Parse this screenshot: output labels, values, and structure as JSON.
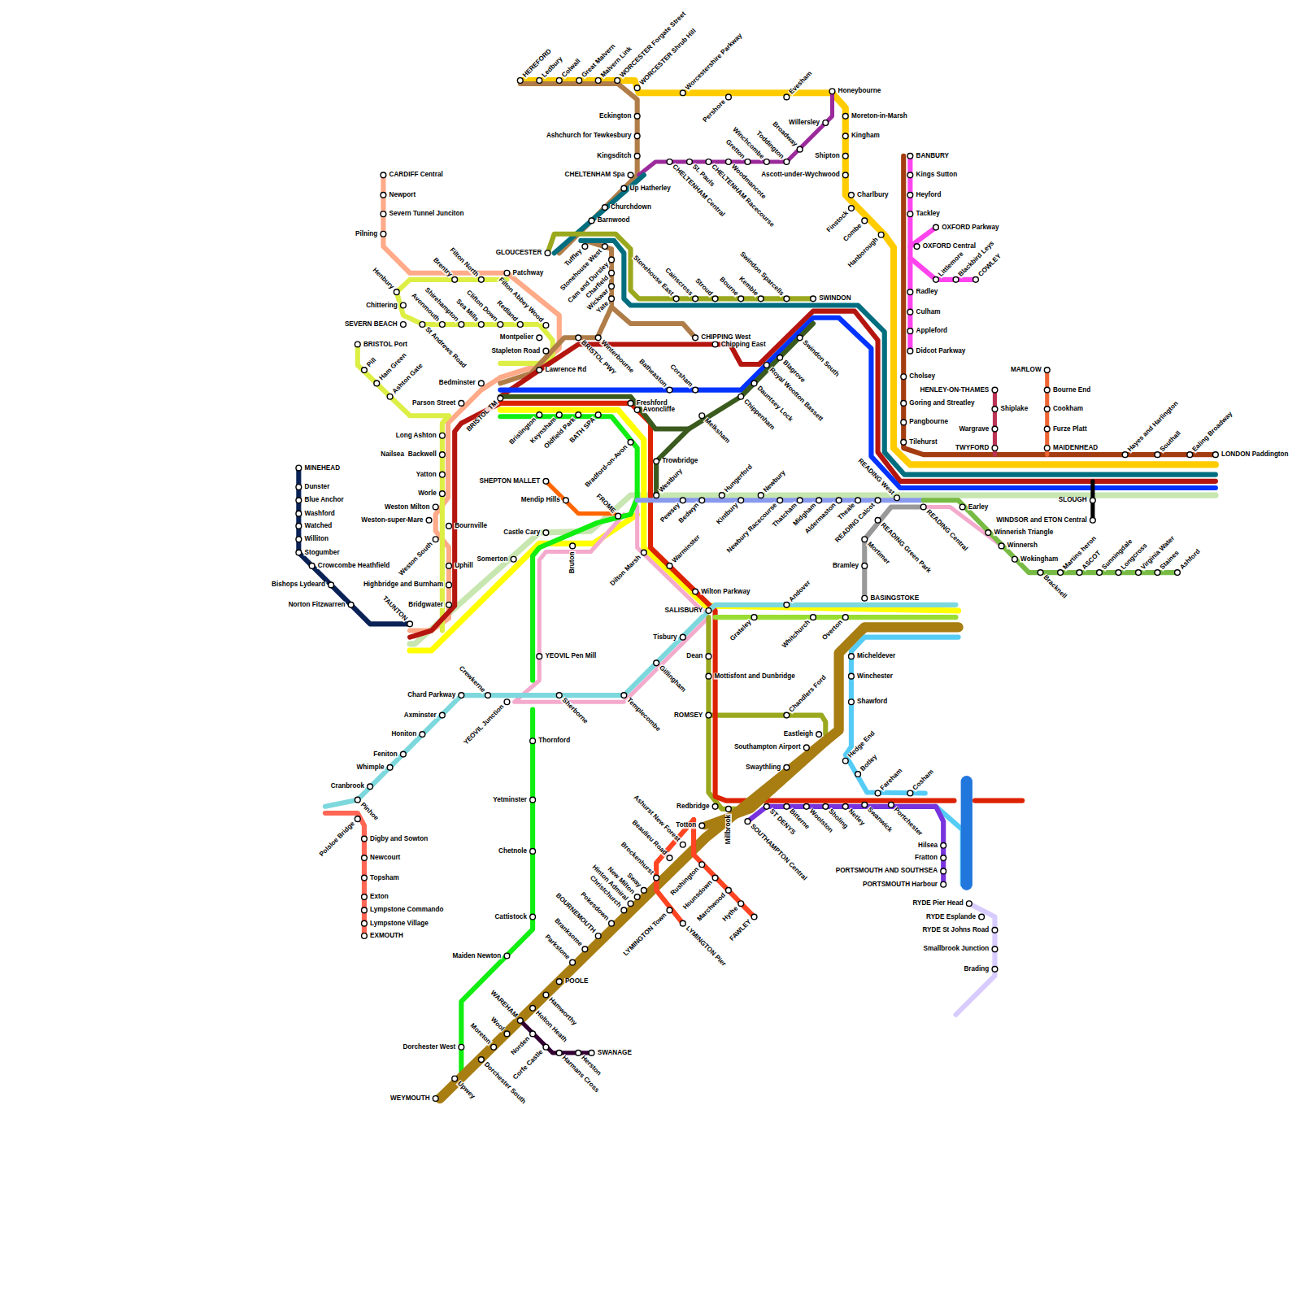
{
  "diagram": {
    "labels": [
      "HEREFORD",
      "Ledbury",
      "Colwall",
      "Great Malvern",
      "Malvern Link",
      "WORCESTER Forgate Street",
      "WORCESTER Shrub Hill",
      "Worcestershire Parkway",
      "Pershore",
      "Evesham",
      "Honeybourne",
      "Moreton-in-Marsh",
      "Kingham",
      "Shipton",
      "Ascott-under-Wychwood",
      "Charlbury",
      "Finstock",
      "Combe",
      "Hanborough",
      "Willersley",
      "Broadway",
      "Toddington",
      "Winchcombe",
      "Gretton",
      "Woodmancote",
      "CHELTENHAM Racecourse",
      "St. Pauls",
      "CHELTENHAM Central",
      "Eckington",
      "Ashchurch for Tewkesbury",
      "Kingsditch",
      "CHELTENHAM Spa",
      "Up Hatherley",
      "Churchdown",
      "Barnwood",
      "GLOUCESTER",
      "Tuffley",
      "Stonehouse West",
      "Cam and Dursley",
      "Charfield",
      "Wickwar",
      "Yate",
      "Stonehouse East",
      "Cainscross",
      "Stroud",
      "Bourne",
      "Kemble",
      "Swindon Sparcells",
      "SWINDON",
      "CHIPPING West",
      "Chipping East",
      "Swindon South",
      "Blagrove",
      "Royal Wootton Bassett",
      "Dauntsey Lock",
      "Chippenham",
      "Corsham",
      "Batheaston",
      "Melksham",
      "Winterbourne",
      "BRISTOL PWY",
      "Patchway",
      "Filton North",
      "Brentry",
      "Henbury",
      "Chittering",
      "SEVERN BEACH",
      "St Andrews Road",
      "Avonmouth",
      "Shirehampton",
      "Sea Mills",
      "Clifton Down",
      "Redland",
      "Filton Abbey Wood",
      "Montpelier",
      "Stapleton Road",
      "Lawrence Rd",
      "Bedminster",
      "Parson Street",
      "BRISTOL TM",
      "Brislington",
      "Keynsham",
      "Oldfield Park",
      "BATH SPA",
      "Freshford",
      "Avoncliffe",
      "Bradford-on-Avon",
      "Trowbridge",
      "Westbury",
      "FROME",
      "Pewsey",
      "Bedwyn",
      "Hungerford",
      "Kintbury",
      "Newbury",
      "Newbury Racecourse",
      "Thatcham",
      "Midgham",
      "Aldermaston",
      "Theale",
      "READING Calcot",
      "READING West",
      "READING Central",
      "Earley",
      "READING Green Park",
      "Mortimer",
      "Bramley",
      "BASINGSTOKE",
      "Micheldever",
      "Winchester",
      "Shawford",
      "Hedge End",
      "Botley",
      "Fareham",
      "Cosham",
      "Swanwick",
      "Portchester",
      "Netley",
      "Sholing",
      "Woolston",
      "Bitterne",
      "ST DENYS",
      "SOUTHAMPTON Central",
      "Millbrook",
      "Redbridge",
      "Totton",
      "Eastleigh",
      "Southampton Airport",
      "Swaythling",
      "Chandlers Ford",
      "ROMSEY",
      "Mottisfont and Dunbridge",
      "Dean",
      "SALISBURY",
      "Wilton Parkway",
      "Warminster",
      "Dilton Marsh",
      "Grateley",
      "Andover",
      "Whitchurch",
      "Overton",
      "Tisbury",
      "Gillingham",
      "Templecombe",
      "Sherborne",
      "YEOVIL Junction",
      "Crewkerne",
      "Chard Parkway",
      "Axminster",
      "Honiton",
      "Feniton",
      "Whimple",
      "Cranbrook",
      "Pinhoe",
      "Polsloe Bridge",
      "Digby and Sowton",
      "Newcourt",
      "Topsham",
      "Exton",
      "Lympstone Commando",
      "Lympstone Village",
      "EXMOUTH",
      "YEOVIL Pen Mill",
      "Thornford",
      "Yetminster",
      "Chetnole",
      "Cattistock",
      "Maiden Newton",
      "Dorchester West",
      "WEYMOUTH",
      "Upwey",
      "Dorchester South",
      "Moreton",
      "Wool",
      "WAREHAM",
      "Holton Heath",
      "Hamworthy",
      "POOLE",
      "Parkstone",
      "Branksome",
      "BOURNEMOUTH",
      "Pokesdown",
      "Christchurch",
      "Hinton Admiral",
      "New Milton",
      "Sway",
      "Brockenhurst",
      "Beaulieu Road",
      "Ashurst New Forest",
      "LYMINGTON Town",
      "LYMINGTON Pier",
      "Rushington",
      "Hounsdown",
      "Marchwood",
      "Hythe",
      "FAWLEY",
      "Norden",
      "Corfe Castle",
      "Harmans Cross",
      "Herston",
      "SWANAGE",
      "Hilsea",
      "Fratton",
      "PORTSMOUTH AND SOUTHSEA",
      "PORTSMOUTH Harbour",
      "RYDE Pier Head",
      "RYDE Esplande",
      "RYDE St Johns Road",
      "Smallbrook Junction",
      "Brading",
      "BANBURY",
      "Kings Sutton",
      "Heyford",
      "Tackley",
      "OXFORD Parkway",
      "OXFORD Central",
      "Littlemore",
      "Blackbird Leys",
      "COWLEY",
      "Radley",
      "Culham",
      "Appleford",
      "Didcot Parkway",
      "Cholsey",
      "Goring and Streatley",
      "Pangbourne",
      "Tilehurst",
      "HENLEY-ON-THAMES",
      "Shiplake",
      "Wargrave",
      "TWYFORD",
      "MARLOW",
      "Bourne End",
      "Cookham",
      "Furze Platt",
      "MAIDENHEAD",
      "Hayes and Harlington",
      "Southall",
      "Ealing Broadway",
      "LONDON Paddington",
      "SLOUGH",
      "WINDSOR and ETON Central",
      "Winnerish Triangle",
      "Winnersh",
      "Wokingham",
      "Bracknell",
      "Martins heron",
      "ASCOT",
      "Sunningdale",
      "Longcross",
      "Virginia Water",
      "Staines",
      "Ashford",
      "CARDIFF Central",
      "Newport",
      "Severn Tunnel Junciton",
      "Pilning",
      "BRISTOL Port",
      "Pill",
      "Ham Green",
      "Ashton Gate",
      "Long Ashton",
      "Nailsea",
      "Backwell",
      "Yatton",
      "Worle",
      "Weston Milton",
      "Weston-super-Mare",
      "Weston South",
      "Bournville",
      "Uphill",
      "Highbridge and Burnham",
      "Bridgwater",
      "TAUNTON",
      "MINEHEAD",
      "Dunster",
      "Blue Anchor",
      "Washford",
      "Watched",
      "Williton",
      "Stogumber",
      "Crowcombe Heathfield",
      "Bishops Lydeard",
      "Norton Fitzwarren",
      "SHEPTON MALLET",
      "Mendip Hills",
      "Castle Cary",
      "Somerton",
      "Bruton"
    ]
  }
}
